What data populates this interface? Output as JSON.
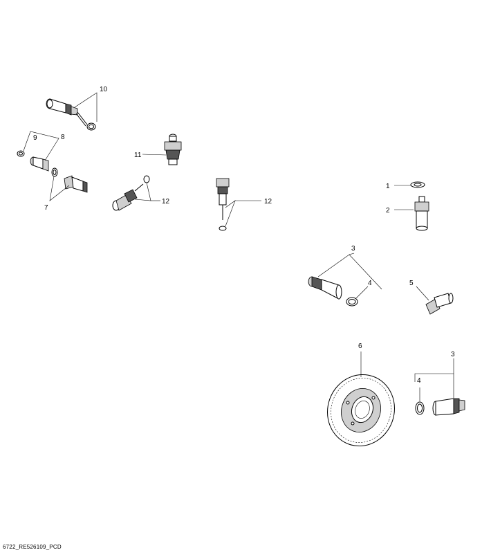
{
  "callouts": {
    "c10": "10",
    "c9": "9",
    "c8": "8",
    "c7": "7",
    "c11": "11",
    "c12a": "12",
    "c12b": "12",
    "c1": "1",
    "c2": "2",
    "c3a": "3",
    "c4a": "4",
    "c5": "5",
    "c6": "6",
    "c3b": "3",
    "c4b": "4"
  },
  "footer": {
    "code": "6722_RE526109_PCD"
  }
}
